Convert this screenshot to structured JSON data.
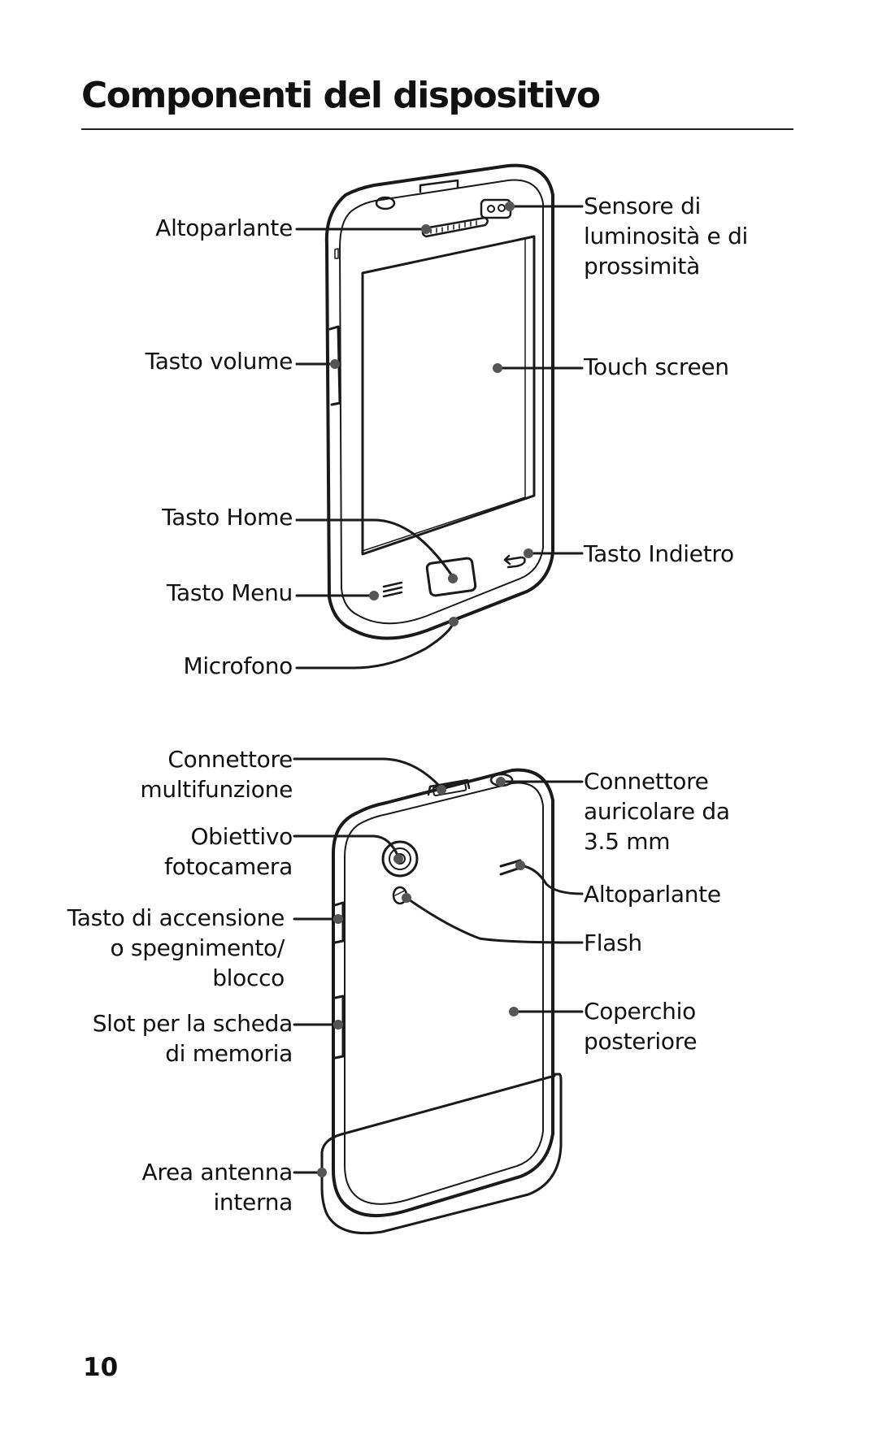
{
  "page": {
    "title": "Componenti del dispositivo",
    "page_number": "10"
  },
  "front": {
    "speaker": "Altoparlante",
    "volume_key": "Tasto volume",
    "home_key": "Tasto Home",
    "menu_key": "Tasto Menu",
    "microphone": "Microfono",
    "light_sensor": "Sensore di\nluminosità e di\nprossimità",
    "touch_screen": "Touch screen",
    "back_key": "Tasto Indietro"
  },
  "back": {
    "multifunction_jack": "Connettore\nmultifunzione",
    "camera_lens": "Obiettivo\nfotocamera",
    "power_key": "Tasto di accensione\no spegnimento/\nblocco",
    "memory_slot": "Slot per la scheda\ndi memoria",
    "antenna": "Area antenna\ninterna",
    "headset_jack": "Connettore\nauricolare da\n3.5 mm",
    "speaker": "Altoparlante",
    "flash": "Flash",
    "back_cover": "Coperchio\nposteriore"
  }
}
